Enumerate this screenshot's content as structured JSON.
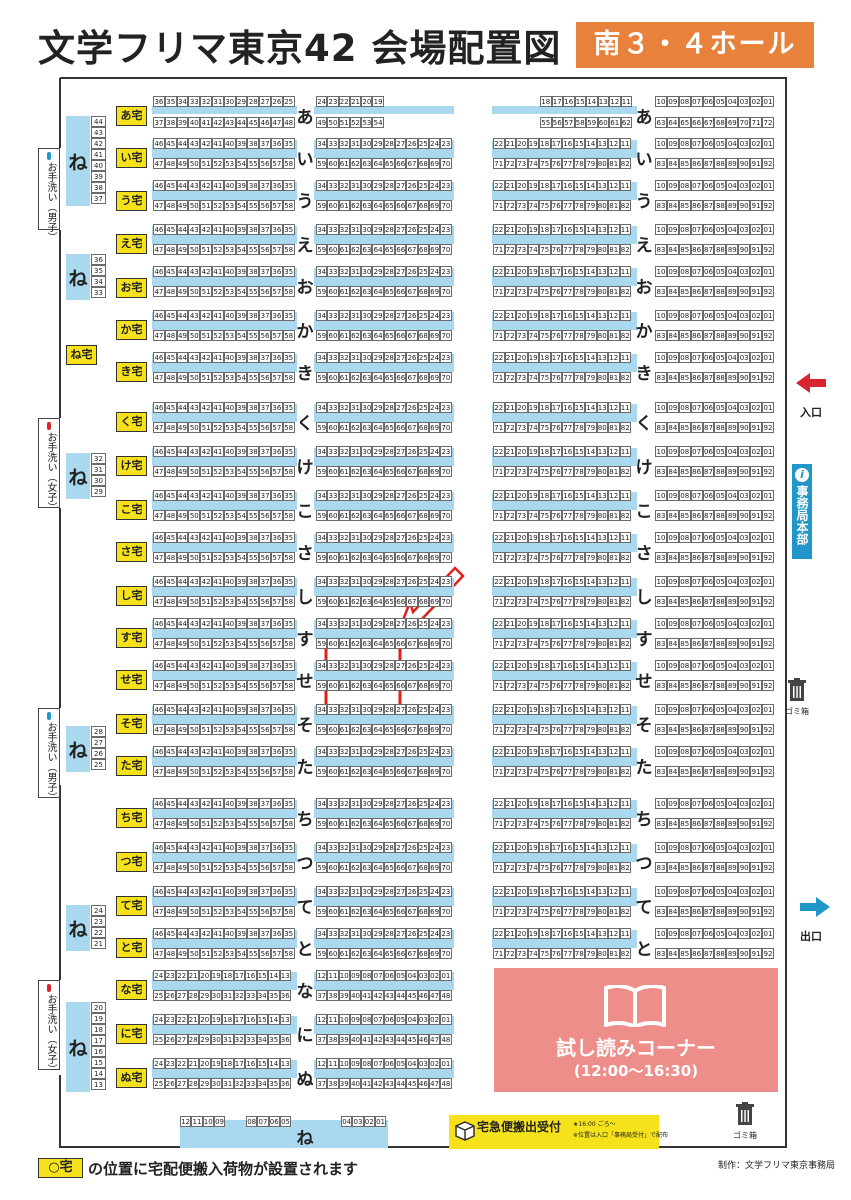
{
  "header": {
    "title": "文学フリマ東京42 会場配置図",
    "hall": "南３・４ホール"
  },
  "entrance": "入口",
  "exit": "出口",
  "office": "事務局本部",
  "office_icon": "info-icon",
  "trash_label": "ゴミ箱",
  "toilet_men": "お手洗い（男子）",
  "toilet_women": "お手洗い（女子）",
  "try_reading": {
    "name": "試し読みコーナー",
    "time": "(12:00〜16:30)"
  },
  "delivery": {
    "title": "宅急便搬出受付",
    "note1": "★16:00 ごろ〜",
    "note2": "※位置は入口「事務局受付」で配布"
  },
  "legend": {
    "marker": "○宅",
    "text": "の位置に宅配便搬入荷物が設置されます"
  },
  "credit": "制作：文学フリマ東京事務局",
  "rows": [
    "あ",
    "い",
    "う",
    "え",
    "お",
    "か",
    "き",
    "く",
    "け",
    "こ",
    "さ",
    "し",
    "す",
    "せ",
    "そ",
    "た",
    "ち",
    "つ",
    "て",
    "と",
    "な",
    "に",
    "ぬ"
  ],
  "taku_markers": [
    "あ宅",
    "い宅",
    "う宅",
    "え宅",
    "お宅",
    "か宅",
    "き宅",
    "く宅",
    "け宅",
    "こ宅",
    "さ宅",
    "し宅",
    "す宅",
    "せ宅",
    "そ宅",
    "た宅",
    "ち宅",
    "つ宅",
    "て宅",
    "と宅",
    "な宅",
    "に宅",
    "ぬ宅",
    "ね宅"
  ],
  "ne_label": "ね",
  "ne_groups": [
    {
      "label": "ね",
      "numbers": [
        "44",
        "43",
        "42",
        "41",
        "40",
        "39",
        "38",
        "37"
      ]
    },
    {
      "label": "ね",
      "numbers": [
        "36",
        "35",
        "34",
        "33"
      ]
    },
    {
      "label": "ね",
      "numbers": [
        "32",
        "31",
        "30",
        "29"
      ]
    },
    {
      "label": "ね",
      "numbers": [
        "28",
        "27",
        "26",
        "25"
      ]
    },
    {
      "label": "ね",
      "numbers": [
        "24",
        "23",
        "22",
        "21"
      ]
    },
    {
      "label": "ね",
      "numbers": [
        "20",
        "19",
        "18",
        "17",
        "16",
        "15",
        "14",
        "13"
      ]
    }
  ],
  "booths": {
    "a_top": [
      [
        "36",
        "35",
        "34",
        "33",
        "32",
        "31",
        "30",
        "29",
        "28",
        "27",
        "26",
        "25"
      ],
      [
        "24",
        "23",
        "22",
        "21",
        "20",
        "19"
      ],
      [
        "18",
        "17",
        "16",
        "15",
        "14",
        "13",
        "12",
        "11"
      ],
      [
        "10",
        "09",
        "08",
        "07",
        "06",
        "05",
        "04",
        "03",
        "02",
        "01"
      ]
    ],
    "a_bottom": [
      [
        "37",
        "38",
        "39",
        "40",
        "41",
        "42",
        "43",
        "44",
        "45",
        "46",
        "47",
        "48"
      ],
      [
        "49",
        "50",
        "51",
        "52",
        "53",
        "54"
      ],
      [
        "55",
        "56",
        "57",
        "58",
        "59",
        "60",
        "61",
        "62"
      ],
      [
        "63",
        "64",
        "65",
        "66",
        "67",
        "68",
        "69",
        "70",
        "71",
        "72"
      ]
    ],
    "std_top": [
      [
        "46",
        "45",
        "44",
        "43",
        "42",
        "41",
        "40",
        "39",
        "38",
        "37",
        "36",
        "35"
      ],
      [
        "34",
        "33",
        "32",
        "31",
        "30",
        "29",
        "28",
        "27",
        "26",
        "25",
        "24",
        "23"
      ],
      [
        "22",
        "21",
        "20",
        "19",
        "18",
        "17",
        "16",
        "15",
        "14",
        "13",
        "12",
        "11"
      ],
      [
        "10",
        "09",
        "08",
        "07",
        "06",
        "05",
        "04",
        "03",
        "02",
        "01"
      ]
    ],
    "std_bottom": [
      [
        "47",
        "48",
        "49",
        "50",
        "51",
        "52",
        "53",
        "54",
        "55",
        "56",
        "57",
        "58"
      ],
      [
        "59",
        "60",
        "61",
        "62",
        "63",
        "64",
        "65",
        "66",
        "67",
        "68",
        "69",
        "70"
      ],
      [
        "71",
        "72",
        "73",
        "74",
        "75",
        "76",
        "77",
        "78",
        "79",
        "80",
        "81",
        "82"
      ],
      [
        "83",
        "84",
        "85",
        "86",
        "87",
        "88",
        "89",
        "90",
        "91",
        "92"
      ]
    ],
    "na_top": [
      [
        "24",
        "23",
        "22",
        "21",
        "20",
        "19",
        "18",
        "17",
        "16",
        "15",
        "14",
        "13"
      ],
      [
        "12",
        "11",
        "10",
        "09",
        "08",
        "07",
        "06",
        "05",
        "04",
        "03",
        "02",
        "01"
      ]
    ],
    "na_bottom": [
      [
        "25",
        "26",
        "27",
        "28",
        "29",
        "30",
        "31",
        "32",
        "33",
        "34",
        "35",
        "36"
      ],
      [
        "37",
        "38",
        "39",
        "40",
        "41",
        "42",
        "43",
        "44",
        "45",
        "46",
        "47",
        "48"
      ]
    ],
    "ne_bottom": [
      [
        "12",
        "11",
        "10",
        "09"
      ],
      [
        "08",
        "07",
        "06",
        "05"
      ],
      [
        "04",
        "03",
        "02",
        "01"
      ]
    ]
  },
  "colors": {
    "aisle": "#a9d8ef",
    "taku": "#f6e21a",
    "hall_badge": "#e8813c",
    "try_reading": "#ee8e8b",
    "entrance_arrow": "#d9232e",
    "exit_arrow": "#2196c9",
    "highlight": "#e0201b"
  }
}
